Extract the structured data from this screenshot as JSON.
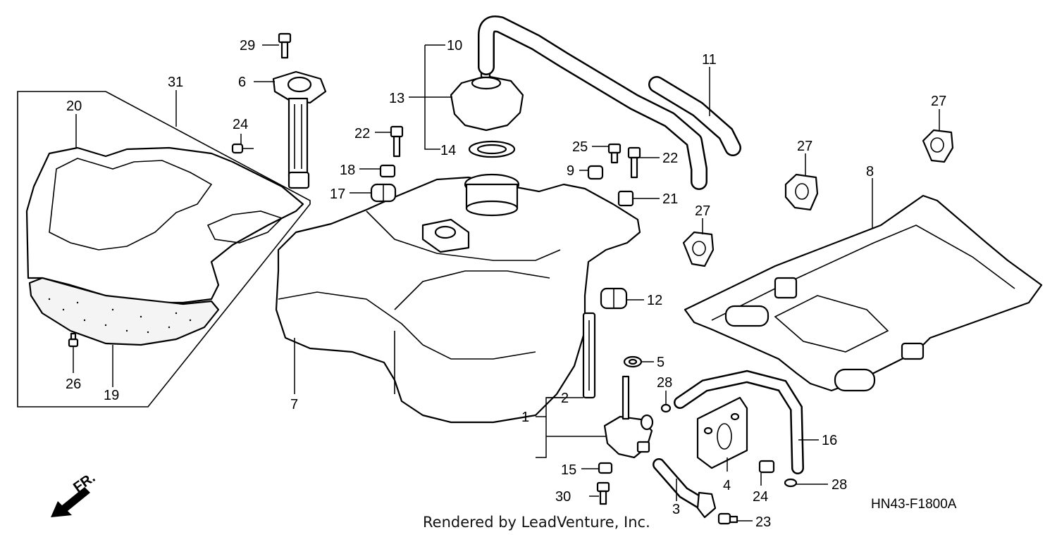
{
  "diagram": {
    "drawing_code": "HN43-F1800A",
    "footer_text": "Rendered by LeadVenture, Inc.",
    "direction_label": "FR.",
    "callouts": [
      {
        "id": "c1",
        "label": "1"
      },
      {
        "id": "c2",
        "label": "2"
      },
      {
        "id": "c3",
        "label": "3"
      },
      {
        "id": "c4",
        "label": "4"
      },
      {
        "id": "c5",
        "label": "5"
      },
      {
        "id": "c6",
        "label": "6"
      },
      {
        "id": "c7",
        "label": "7"
      },
      {
        "id": "c8",
        "label": "8"
      },
      {
        "id": "c9",
        "label": "9"
      },
      {
        "id": "c10",
        "label": "10"
      },
      {
        "id": "c11",
        "label": "11"
      },
      {
        "id": "c12",
        "label": "12"
      },
      {
        "id": "c13",
        "label": "13"
      },
      {
        "id": "c14",
        "label": "14"
      },
      {
        "id": "c15",
        "label": "15"
      },
      {
        "id": "c16",
        "label": "16"
      },
      {
        "id": "c17",
        "label": "17"
      },
      {
        "id": "c18",
        "label": "18"
      },
      {
        "id": "c19",
        "label": "19"
      },
      {
        "id": "c20",
        "label": "20"
      },
      {
        "id": "c21",
        "label": "21"
      },
      {
        "id": "c22a",
        "label": "22"
      },
      {
        "id": "c22b",
        "label": "22"
      },
      {
        "id": "c23",
        "label": "23"
      },
      {
        "id": "c24a",
        "label": "24"
      },
      {
        "id": "c24b",
        "label": "24"
      },
      {
        "id": "c25",
        "label": "25"
      },
      {
        "id": "c26",
        "label": "26"
      },
      {
        "id": "c27a",
        "label": "27"
      },
      {
        "id": "c27b",
        "label": "27"
      },
      {
        "id": "c27c",
        "label": "27"
      },
      {
        "id": "c28a",
        "label": "28"
      },
      {
        "id": "c28b",
        "label": "28"
      },
      {
        "id": "c29",
        "label": "29"
      },
      {
        "id": "c30",
        "label": "30"
      },
      {
        "id": "c31",
        "label": "31"
      }
    ]
  }
}
